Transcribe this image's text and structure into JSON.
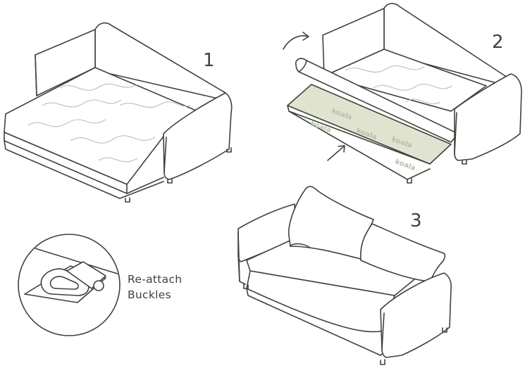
{
  "steps": {
    "step1": "1",
    "step2": "2",
    "step3": "3"
  },
  "caption": {
    "line1": "Re-attach",
    "line2": "Buckles"
  },
  "brand": {
    "logo_text": "koala"
  },
  "colors": {
    "line": "#3a4538",
    "panel_fill": "#dfe3cf",
    "background": "#ffffff"
  }
}
